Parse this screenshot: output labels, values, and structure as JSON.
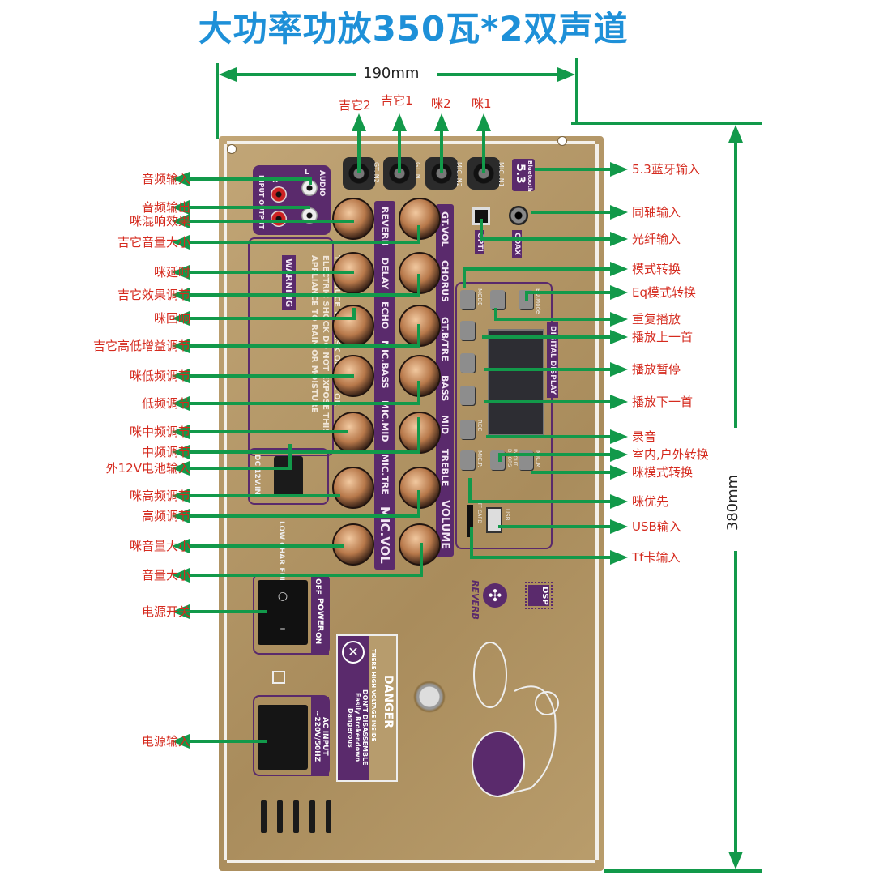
{
  "title": "大功率功放350瓦*2双声道",
  "dimensions": {
    "width": "190mm",
    "height": "380mm"
  },
  "top_labels": [
    "吉它2",
    "吉它1",
    "咪2",
    "咪1"
  ],
  "left_labels": [
    "音频输入",
    "音频输出",
    "咪混响效果",
    "吉它音量大小",
    "咪延时",
    "吉它效果调节",
    "咪回响",
    "吉它高低增益调节",
    "咪低频调节",
    "低频调节",
    "咪中频调节",
    "中频调节",
    "外12V电池输入",
    "咪高频调节",
    "高频调节",
    "咪音量大小",
    "音量大小",
    "电源开关",
    "电源输入"
  ],
  "right_labels": [
    "5.3蓝牙输入",
    "同轴输入",
    "光纤输入",
    "模式转换",
    "Eq模式转换",
    "重复播放",
    "播放上一首",
    "播放暂停",
    "播放下一首",
    "录音",
    "室内,户外转换",
    "咪模式转换",
    "咪优先",
    "USB输入",
    "Tf卡输入"
  ],
  "panel": {
    "jacks": [
      "GT.IN2",
      "GT.IN1",
      "MIC.IN2",
      "MIC.IN1"
    ],
    "bluetooth": {
      "label": "Bluetooth",
      "version": "5.3"
    },
    "audio": {
      "title": "AUDIO",
      "io": "INPUT  OUTPUT",
      "l": "L",
      "r": "R"
    },
    "mic_strip": [
      "REVERB",
      "DELAY",
      "ECHO",
      "MIC.BASS",
      "MIC.MID",
      "MIC.TRE",
      "MIC.VOL"
    ],
    "gt_strip": [
      "GT.VOL",
      "CHORUS",
      "GT.B/TRE",
      "BASS",
      "MID",
      "TREBLE",
      "VOLUME"
    ],
    "opti": "OPTI",
    "coax": "COAX",
    "buttons": [
      "MODE",
      "REC",
      "MIC.P.",
      "IN/OUT DOORS",
      "MIC.M",
      "EQ.Mode"
    ],
    "display": "DIGITAL DISPLAY",
    "tf": "TF CARD",
    "usb": "USB",
    "warning": {
      "title": "WARNING",
      "text": "TO REDUCE THE RISK OF FIRE OR ELECTRIC SHOCK DO NOT EXPOSE THIS APPLIANCE TO RAIN OR MOISTURE"
    },
    "dc": "DC 12V.IN",
    "low": "LOW CHAR FULL",
    "power": {
      "title": "POWER",
      "off": "OFF",
      "on": "ON"
    },
    "ac": {
      "title": "AC INPUT",
      "spec": "~220V/50HZ"
    },
    "danger": {
      "title": "DANGER",
      "line1": "THERE HIGH VOLTAGE INSIDE",
      "line2": "DON'T DISASSEMBLE",
      "line3": "Easily Brokendown",
      "line4": "Dangerous"
    },
    "reverb": "REVERB",
    "dsp": "DSP"
  },
  "colors": {
    "arrow": "#12994a",
    "label": "#d52a1e",
    "title": "#1e90d8",
    "purple": "#5a2a6c"
  }
}
